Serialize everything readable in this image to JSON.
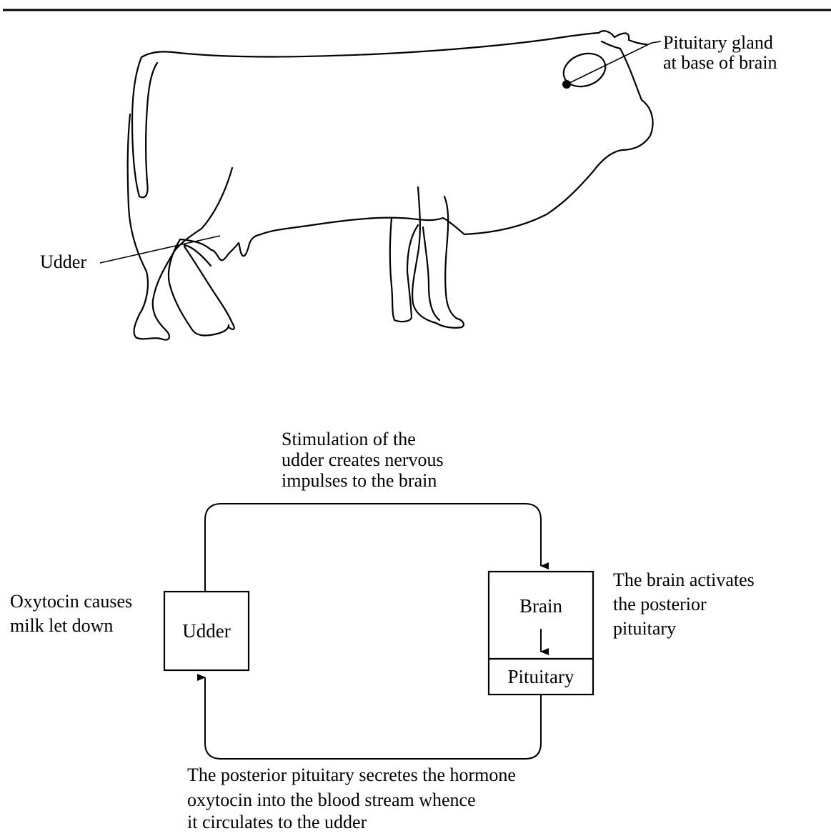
{
  "cow_figure": {
    "pituitary_label": [
      "Pituitary gland",
      "at base of brain"
    ],
    "udder_label": "Udder"
  },
  "cycle": {
    "top_caption": [
      "Stimulation of the",
      "udder creates nervous",
      "impulses to the brain"
    ],
    "right_caption": [
      "The brain activates",
      "the posterior",
      "pituitary"
    ],
    "left_caption": [
      "Oxytocin causes",
      "milk let down"
    ],
    "bottom_caption": [
      "The posterior pituitary secretes the hormone",
      "oxytocin  into the blood stream whence",
      "it circulates to the udder"
    ],
    "udder_box": "Udder",
    "brain_box": "Brain",
    "pituitary_box": "Pituitary"
  }
}
